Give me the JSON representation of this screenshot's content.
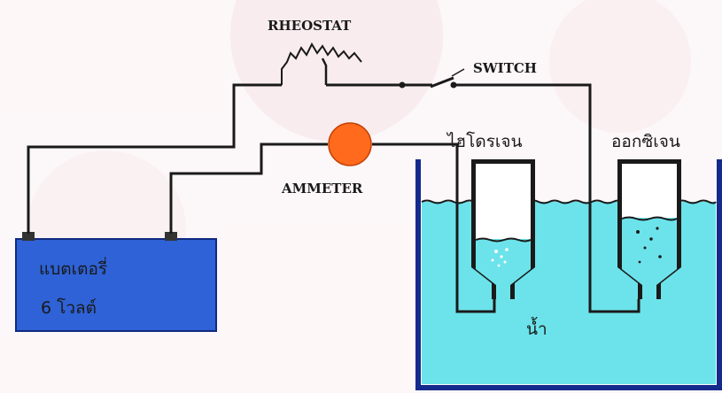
{
  "labels": {
    "rheostat": "RHEOSTAT",
    "switch": "SWITCH",
    "ammeter": "AMMETER",
    "hydrogen": "ไฮโดรเจน",
    "oxygen": "ออกซิเจน",
    "battery_line1": "แบตเตอรี่",
    "battery_line2": "6 โวลต์",
    "water": "น้ำ"
  },
  "colors": {
    "background": "#ffffff",
    "watermark": "#f3dfe3",
    "wire": "#1a1a1a",
    "battery": "#2e62d6",
    "ammeter": "#ff6a1c",
    "water": "#6ce3ea",
    "tank_wall": "#142a8c",
    "tube": "#ffffff"
  },
  "icons": {
    "rheostat": "zigzag-resistor-icon",
    "switch": "knife-switch-icon",
    "ammeter": "circle-meter-icon",
    "battery": "battery-box-icon"
  }
}
